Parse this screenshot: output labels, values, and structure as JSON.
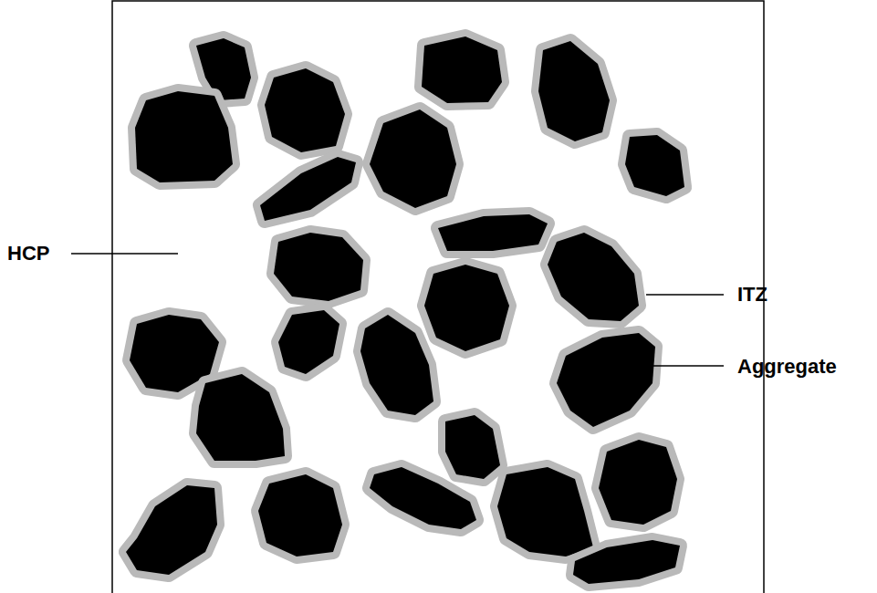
{
  "diagram": {
    "labels": [
      "HCP",
      "ITZ",
      "Aggregate"
    ]
  }
}
